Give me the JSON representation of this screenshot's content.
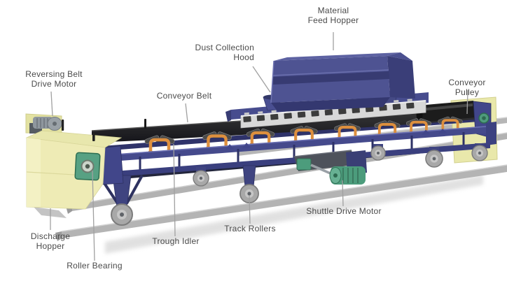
{
  "diagram": {
    "labels": {
      "material_feed_hopper": "Material\nFeed Hopper",
      "dust_collection_hood": "Dust Collection\nHood",
      "reversing_belt_drive_motor": "Reversing Belt\nDrive Motor",
      "conveyor_belt": "Conveyor Belt",
      "conveyor_pulley": "Conveyor Pulley",
      "discharge_hopper": "Discharge\nHopper",
      "roller_bearing": "Roller Bearing",
      "trough_idler": "Trough Idler",
      "track_rollers": "Track Rollers",
      "shuttle_drive_motor": "Shuttle Drive Motor"
    },
    "colors": {
      "frame_blue": "#474c8e",
      "hopper_blue": "#4e5392",
      "belt_black": "#1f1f1f",
      "idler_orange": "#dd8f3e",
      "hopper_yellow": "#eeebb5",
      "motor_green": "#4c9c7c",
      "rail_gray": "#b4b4b4",
      "label_text": "#4a4a4a",
      "leader_line": "#a0a0a0",
      "background": "#ffffff"
    }
  }
}
